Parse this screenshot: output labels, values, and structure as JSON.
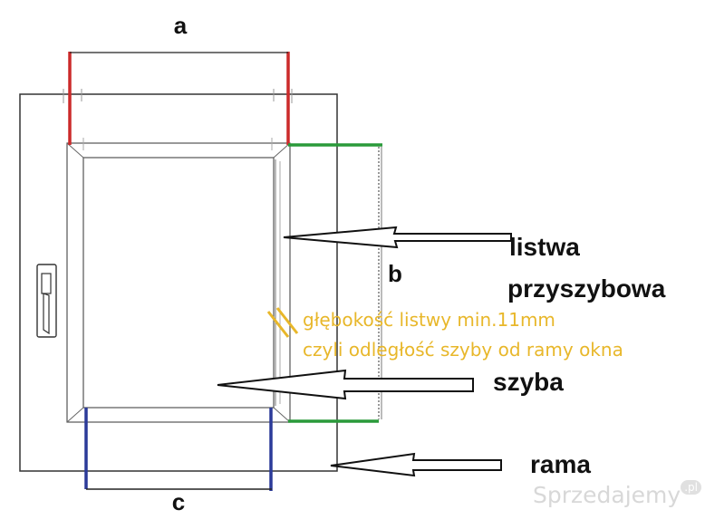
{
  "labels": {
    "a": "a",
    "b": "b",
    "c": "c",
    "listwa_line1": "listwa",
    "listwa_line2": "przyszybowa",
    "szyba": "szyba",
    "rama": "rama",
    "note_line1": "głębokość listwy min.11mm",
    "note_line2": "czyli odległość szyby od ramy okna"
  },
  "watermark": {
    "text": "Sprzedajemy",
    "badge": ".pl"
  },
  "colors": {
    "dimension_a": "#cc2a2a",
    "dimension_b": "#2a9a3a",
    "dimension_c": "#2b3a99",
    "note": "#e8b72a",
    "outline": "#222222"
  },
  "icons": {
    "handle": "window-handle-icon"
  }
}
